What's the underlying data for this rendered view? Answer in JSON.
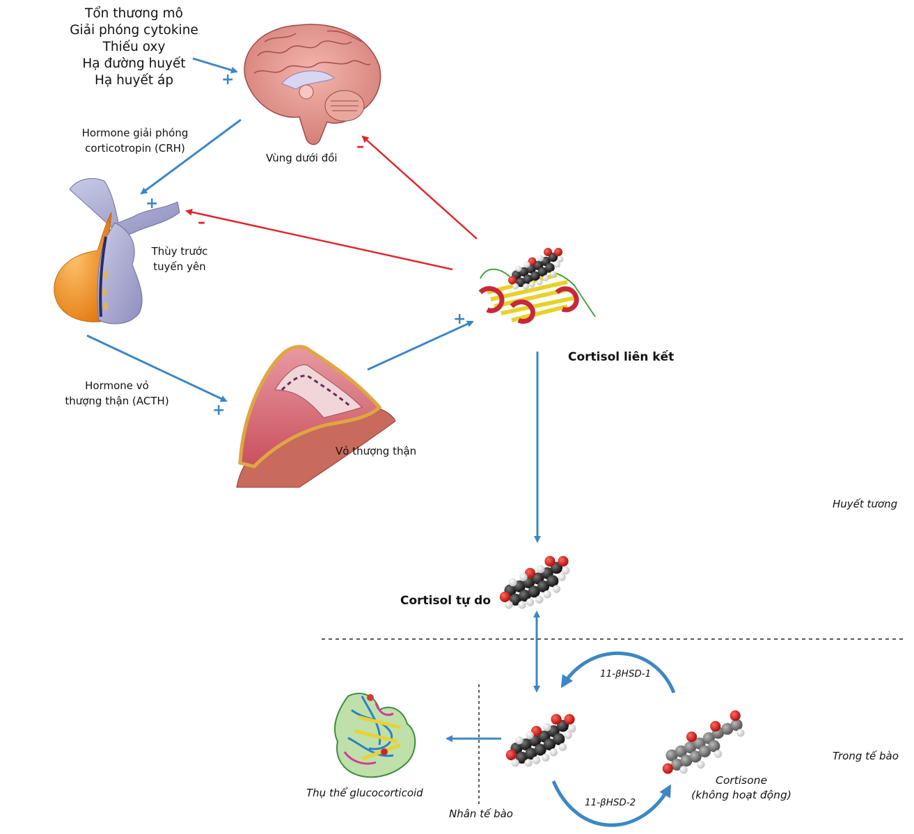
{
  "stimuli": [
    "Tổn thương mô",
    "Giải phóng cytokine",
    "Thiếu oxy",
    "Hạ đường huyết",
    "Hạ huyết áp"
  ],
  "labels": {
    "hypothalamus": "Vùng dưới đồi",
    "crh_line1": "Hormone giải phóng",
    "crh_line2": "corticotropin (CRH)",
    "pituitary_line1": "Thùy trước",
    "pituitary_line2": "tuyến yên",
    "acth_line1": "Hormone vỏ",
    "acth_line2": "thượng thận (ACTH)",
    "adrenal_cortex": "Vỏ thượng thận",
    "bound_cortisol": "Cortisol liên kết",
    "free_cortisol": "Cortisol tự do",
    "plasma": "Huyết tương",
    "intracellular": "Trong tế bào",
    "enzyme1": "11-βHSD-1",
    "enzyme2": "11-βHSD-2",
    "receptor": "Thụ thể glucocorticoid",
    "nucleus": "Nhân tế bào",
    "cortisone_line1": "Cortisone",
    "cortisone_line2": "(không hoạt động)"
  },
  "signs": {
    "plus": "+",
    "minus": "–"
  },
  "colors": {
    "stimulate": "#3d86c6",
    "inhibit": "#e0262c"
  }
}
